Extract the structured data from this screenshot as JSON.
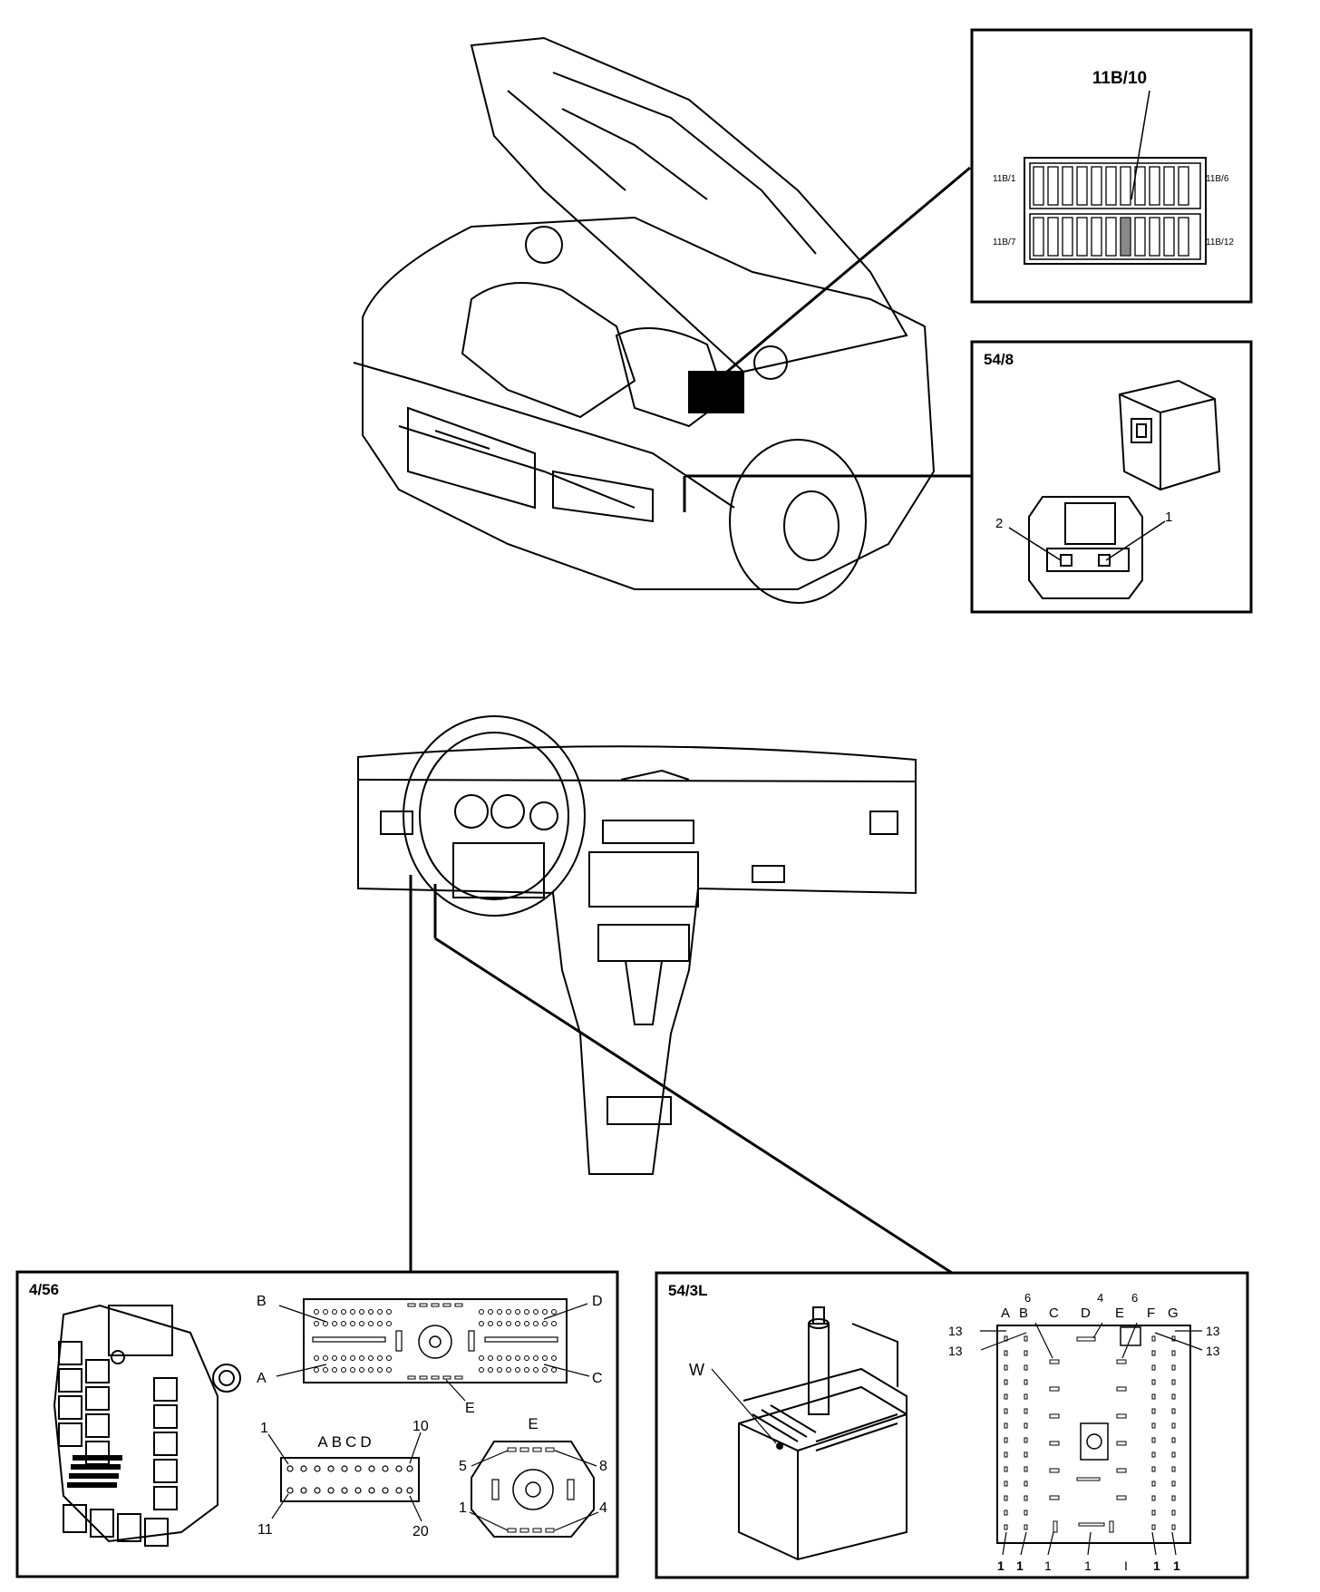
{
  "engine_bay": {
    "fuse_box": {
      "title": "11B/10",
      "label_top_left": "11B/1",
      "label_top_right": "11B/6",
      "label_bottom_left": "11B/7",
      "label_bottom_right": "11B/12"
    },
    "connector_54_8": {
      "title": "54/8",
      "pin_2": "2",
      "pin_1": "1"
    }
  },
  "cabin": {
    "module_4_56": {
      "title": "4/56",
      "conn_b": "B",
      "conn_d": "D",
      "conn_a": "A",
      "conn_c": "C",
      "conn_e": "E",
      "abcd_header": "ABCD",
      "pin_1": "1",
      "pin_10": "10",
      "pin_11": "11",
      "pin_20": "20",
      "e_header": "E",
      "e_pin_5": "5",
      "e_pin_8": "8",
      "e_pin_1": "1",
      "e_pin_4": "4"
    },
    "module_54_3l": {
      "title": "54/3L",
      "w_label": "W",
      "col_a": "A",
      "col_b": "B",
      "col_c": "C",
      "col_d": "D",
      "col_e": "E",
      "col_f": "F",
      "col_g": "G",
      "pin_6_left": "6",
      "pin_4": "4",
      "pin_6_right": "6",
      "pin_13_a": "13",
      "pin_13_b": "13",
      "pin_13_c": "13",
      "pin_13_d": "13",
      "bottom_1_a": "1",
      "bottom_1_b": "1",
      "bottom_1_c": "1",
      "bottom_1_d": "1",
      "bottom_1_e": "I",
      "bottom_1_f": "1",
      "bottom_1_g": "1"
    }
  }
}
